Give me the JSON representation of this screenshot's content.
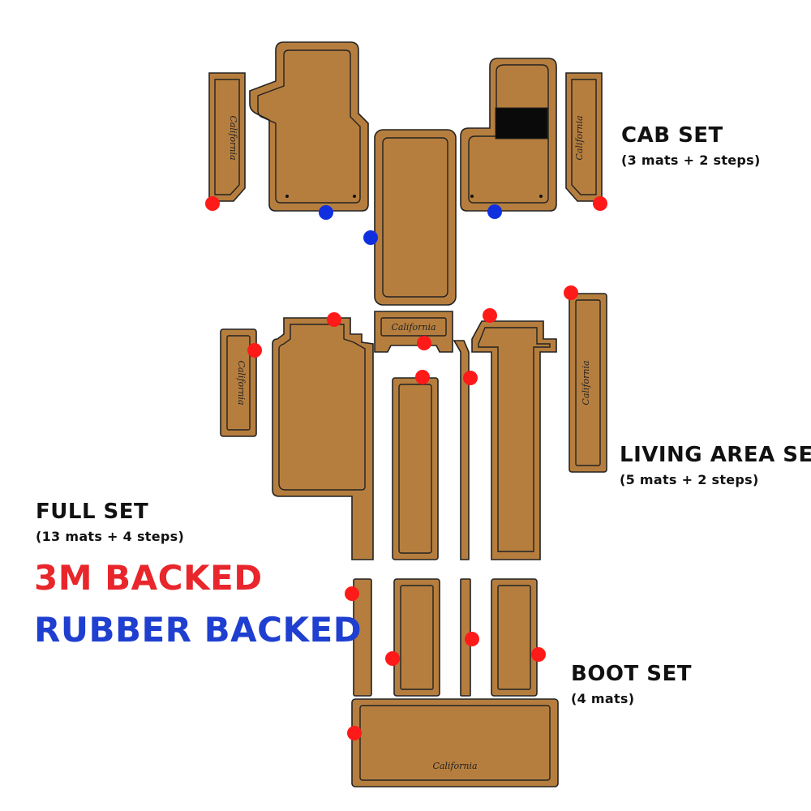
{
  "sets": {
    "cab": {
      "title": "CAB SET",
      "subtitle": "(3 mats + 2 steps)"
    },
    "living": {
      "title": "LIVING AREA SET",
      "subtitle": "(5 mats + 2 steps)"
    },
    "full": {
      "title": "FULL SET",
      "subtitle": "(13 mats + 4 steps)"
    },
    "boot": {
      "title": "BOOT SET",
      "subtitle": "(4 mats)"
    }
  },
  "legend": {
    "threem": {
      "label": "3M BACKED",
      "color": "#e8262b"
    },
    "rubber": {
      "label": "RUBBER BACKED",
      "color": "#1f3fd0"
    }
  },
  "mat_logo_text": "California",
  "colors": {
    "mat_fill": "#b67e3e",
    "outline": "#222222",
    "dot_red": "#ff1a1a",
    "dot_blue": "#1030e0"
  }
}
